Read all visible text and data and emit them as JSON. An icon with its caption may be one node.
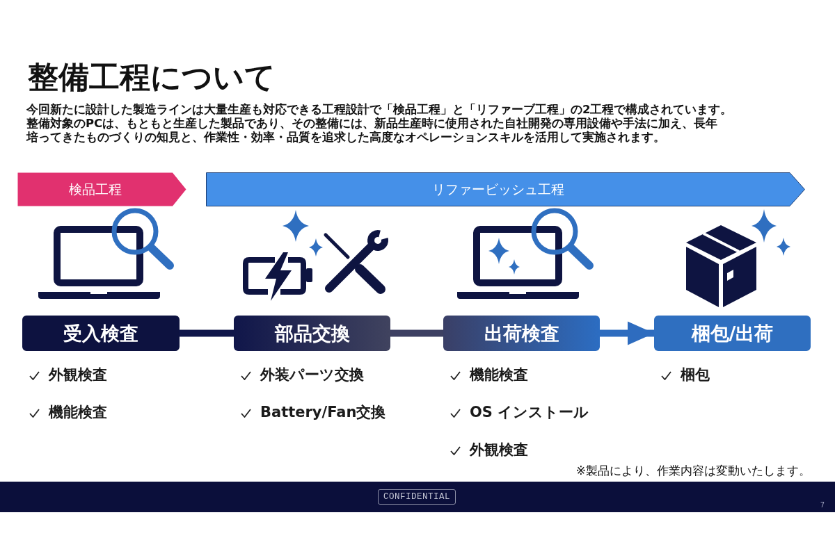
{
  "diagram": {
    "title": "整備工程について",
    "nodes": [
      {
        "text": [
          "検品工程"
        ]
      },
      {
        "text": [
          "リファービッシュ工程"
        ]
      },
      {
        "text": [
          "受入検査"
        ],
        "beside": [
          "外観検査",
          "機能検査"
        ]
      },
      {
        "text": [
          "部品交換"
        ],
        "beside": [
          "外装パーツ交換",
          "Battery/Fan交換"
        ]
      },
      {
        "text": [
          "出荷検査"
        ],
        "beside": [
          "機能検査",
          "OS インストール",
          "外観検査"
        ]
      },
      {
        "text": [
          "梱包/出荷"
        ],
        "beside": [
          "梱包"
        ]
      }
    ],
    "edges": [
      {
        "from": 2,
        "to": 3,
        "arrow": "none"
      },
      {
        "from": 3,
        "to": 4,
        "arrow": "none",
        "color": "#3d4062"
      },
      {
        "from": 4,
        "to": 5,
        "arrow": "to",
        "color": "#2e6cbf"
      }
    ],
    "labels": [
      "今回新たに設計した製造ラインは大量生産も対応できる工程設計で「検品工程」と「リファーブ工程」の2工程で構成されています。",
      "整備対象のPCは、もともと生産した製品であり、その整備には、新品生産時に使用された自社開発の専用設備や手法に加え、長年培ってきたものづくりの知見と、作業性・効率・品質を追求した高度なオペレーションスキルを活用して実施されます。",
      "※製品により、作業内容は変動いたします。",
      "CONFIDENTIAL",
      "7"
    ]
  }
}
